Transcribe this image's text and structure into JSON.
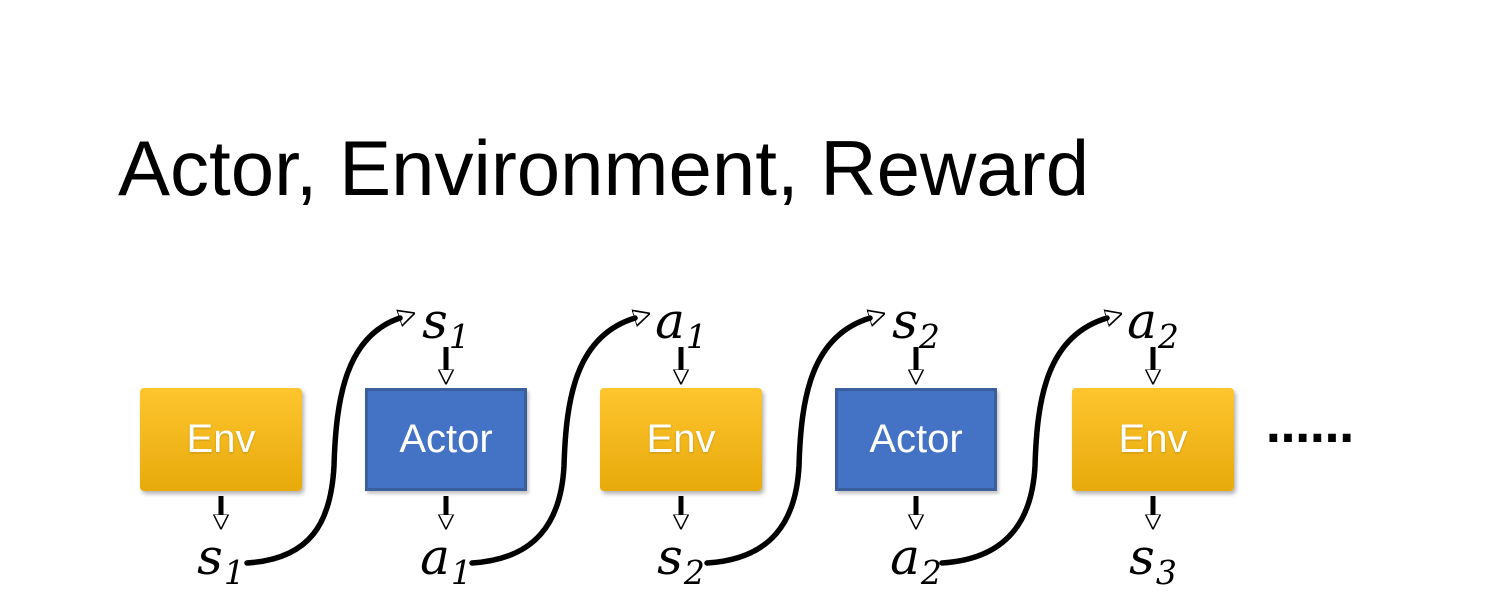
{
  "title": "Actor, Environment, Reward",
  "diagram": {
    "boxes": [
      {
        "type": "env",
        "label": "Env"
      },
      {
        "type": "actor",
        "label": "Actor"
      },
      {
        "type": "env",
        "label": "Env"
      },
      {
        "type": "actor",
        "label": "Actor"
      },
      {
        "type": "env",
        "label": "Env"
      }
    ],
    "top_labels": [
      {
        "main": "s",
        "sub": "1"
      },
      {
        "main": "a",
        "sub": "1"
      },
      {
        "main": "s",
        "sub": "2"
      },
      {
        "main": "a",
        "sub": "2"
      }
    ],
    "bottom_labels": [
      {
        "main": "s",
        "sub": "1"
      },
      {
        "main": "a",
        "sub": "1"
      },
      {
        "main": "s",
        "sub": "2"
      },
      {
        "main": "a",
        "sub": "2"
      },
      {
        "main": "s",
        "sub": "3"
      }
    ],
    "ellipsis": "……"
  },
  "colors": {
    "background": "#FFFFFF",
    "title": "#000000",
    "env_top": "#FEC52E",
    "env_bottom": "#E7AA0B",
    "actor_fill": "#4472C4",
    "actor_border": "#3B5E9C",
    "box_text": "#FFFFFF",
    "arrow": "#000000"
  }
}
